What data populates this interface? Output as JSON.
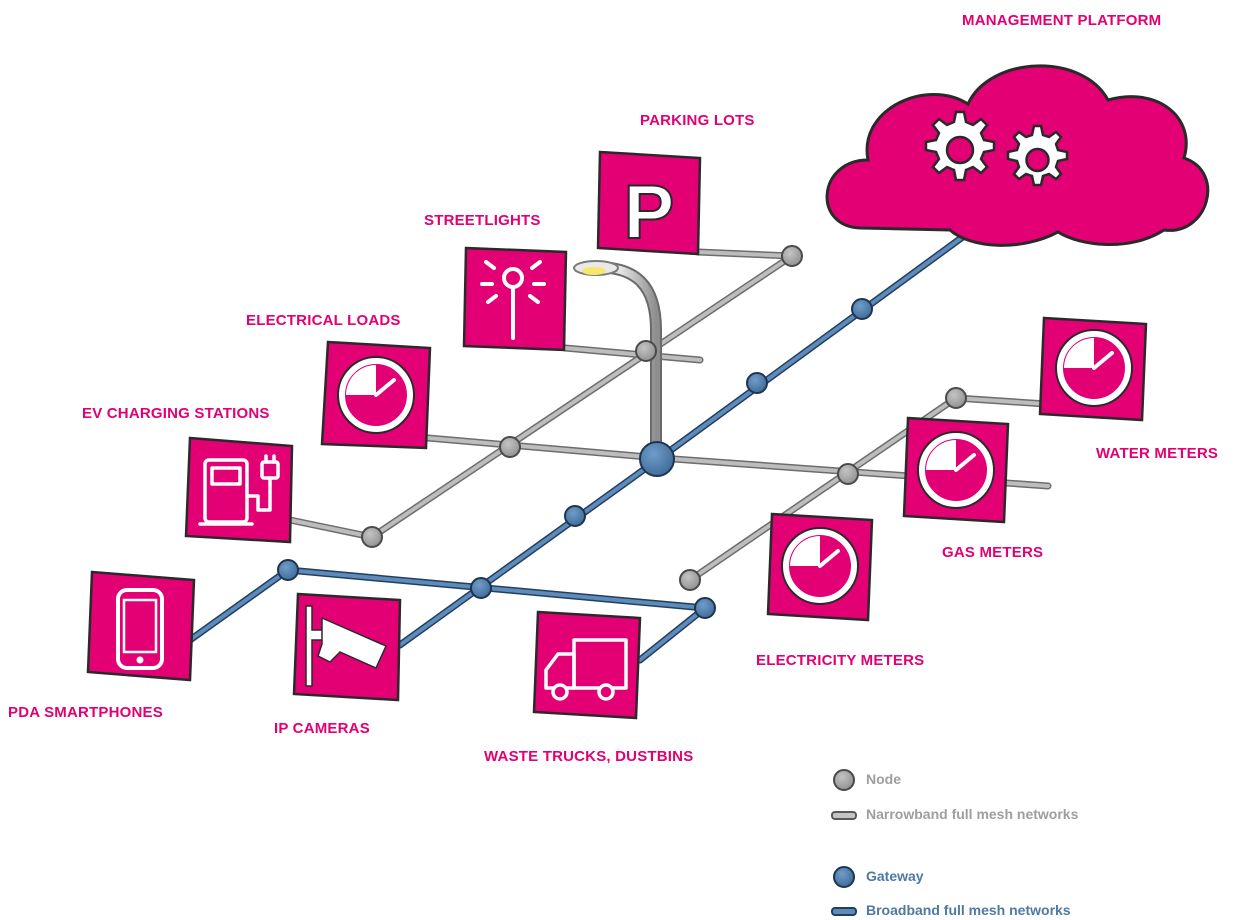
{
  "labels": {
    "management_platform": "MANAGEMENT PLATFORM",
    "parking_lots": "PARKING LOTS",
    "streetlights": "STREETLIGHTS",
    "electrical_loads": "ELECTRICAL LOADS",
    "ev_charging": "EV CHARGING STATIONS",
    "water_meters": "WATER METERS",
    "gas_meters": "GAS METERS",
    "electricity_meters": "ELECTRICITY METERS",
    "pda_smartphones": "PDA SMARTPHONES",
    "ip_cameras": "IP CAMERAS",
    "waste_trucks": "WASTE TRUCKS, DUSTBINS"
  },
  "legend": {
    "node": "Node",
    "narrowband": "Narrowband full mesh networks",
    "gateway": "Gateway",
    "broadband": "Broadband full mesh networks"
  },
  "icons": {
    "parking": "P"
  },
  "colors": {
    "magenta": "#e20074",
    "node_gray": "#a3a3a3",
    "gateway_blue": "#4a78a8",
    "broadband_line": "#4f79a3",
    "narrowband_line": "#9a9a9a"
  }
}
